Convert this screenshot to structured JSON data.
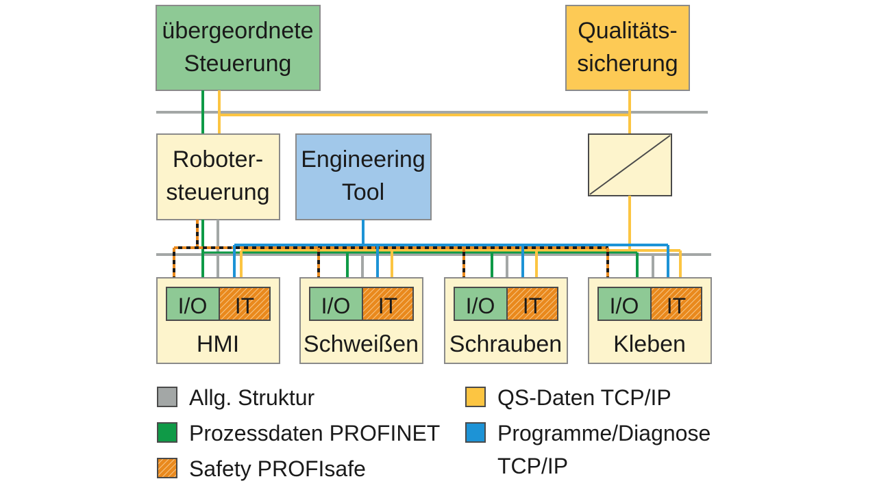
{
  "boxes": {
    "top_left": {
      "line1": "übergeordnete",
      "line2": "Steuerung",
      "fill": "#8ec995"
    },
    "top_right": {
      "line1": "Qualitäts-",
      "line2": "sicherung",
      "fill": "#fdca55"
    },
    "robot": {
      "line1": "Roboter-",
      "line2": "steuerung",
      "fill": "#fdf4cc"
    },
    "engineering": {
      "line1": "Engineering",
      "line2": "Tool",
      "fill": "#a1c8ea"
    },
    "converter": {
      "fill": "#fdf4cc"
    }
  },
  "stations": [
    {
      "name": "HMI",
      "io": "I/O",
      "it": "IT"
    },
    {
      "name": "Schweißen",
      "io": "I/O",
      "it": "IT"
    },
    {
      "name": "Schrauben",
      "io": "I/O",
      "it": "IT"
    },
    {
      "name": "Kleben",
      "io": "I/O",
      "it": "IT"
    }
  ],
  "legend": {
    "gray": {
      "label": "Allg. Struktur",
      "color": "#a3a7a6"
    },
    "green": {
      "label": "Prozessdaten PROFINET",
      "color": "#0f9a47"
    },
    "safety": {
      "label": "Safety PROFIsafe",
      "color1": "#e9891d",
      "color2": "#1a1a1a"
    },
    "yellow": {
      "label": "QS-Daten TCP/IP",
      "color": "#fcc542"
    },
    "blue": {
      "label_line1": "Programme/Diagnose",
      "label_line2": "TCP/IP",
      "color": "#1d93d6"
    }
  },
  "colors": {
    "gray_line": "#a3a7a6",
    "green_line": "#0f9a47",
    "yellow_line": "#fcc542",
    "blue_line": "#1d93d6",
    "orange_dash": "#e9891d",
    "station_fill": "#fdf4cc",
    "io_fill": "#8ec995",
    "box_border": "#8a8a8a"
  }
}
